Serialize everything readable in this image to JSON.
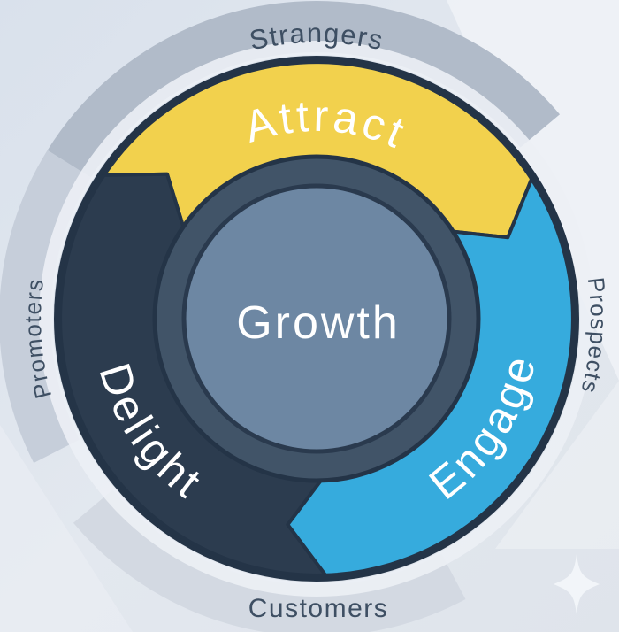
{
  "flywheel": {
    "center": {
      "label": "Growth",
      "color": "#6d87a3"
    },
    "segments": [
      {
        "id": "attract",
        "label": "Attract",
        "color": "#f2d14d",
        "position": "top"
      },
      {
        "id": "engage",
        "label": "Engage",
        "color": "#36abdd",
        "position": "right-bottom"
      },
      {
        "id": "delight",
        "label": "Delight",
        "color": "#2c3c4f",
        "position": "left-bottom"
      }
    ],
    "audience_labels": [
      {
        "id": "strangers",
        "label": "Strangers",
        "position": "top"
      },
      {
        "id": "prospects",
        "label": "Prospects",
        "position": "right"
      },
      {
        "id": "customers",
        "label": "Customers",
        "position": "bottom"
      },
      {
        "id": "promoters",
        "label": "Promoters",
        "position": "left"
      }
    ],
    "colors": {
      "wheel_border": "#243447",
      "hub_ring": "#415468",
      "hub_ring_outline": "#243447",
      "center_circle": "#6d87a3",
      "center_outline": "#2a3a4e",
      "segment_text": "#ffffff",
      "audience_text": "#3e4f63",
      "band_top": "#b1bbc9",
      "band_left": "#c6ceda",
      "band_bottom": "#d3d9e2",
      "halo": "#ecf0f5",
      "background": "#e2e7ee",
      "sparkle": "#f2f5f9"
    }
  }
}
